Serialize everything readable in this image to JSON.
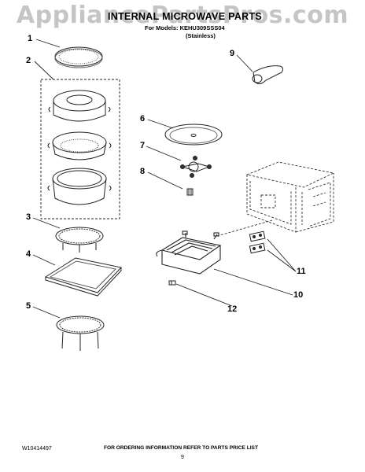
{
  "watermark": "AppliancePartsPros.com",
  "header": {
    "title": "INTERNAL MICROWAVE PARTS",
    "models": "For Models: KEHU309SSS04",
    "finish": "(Stainless)"
  },
  "callouts": [
    "1",
    "2",
    "3",
    "4",
    "5",
    "6",
    "7",
    "8",
    "9",
    "10",
    "11",
    "12"
  ],
  "footer": {
    "doc_number": "W10414497",
    "ordering_note": "FOR ORDERING INFORMATION REFER TO PARTS PRICE LIST",
    "page_number": "9"
  }
}
